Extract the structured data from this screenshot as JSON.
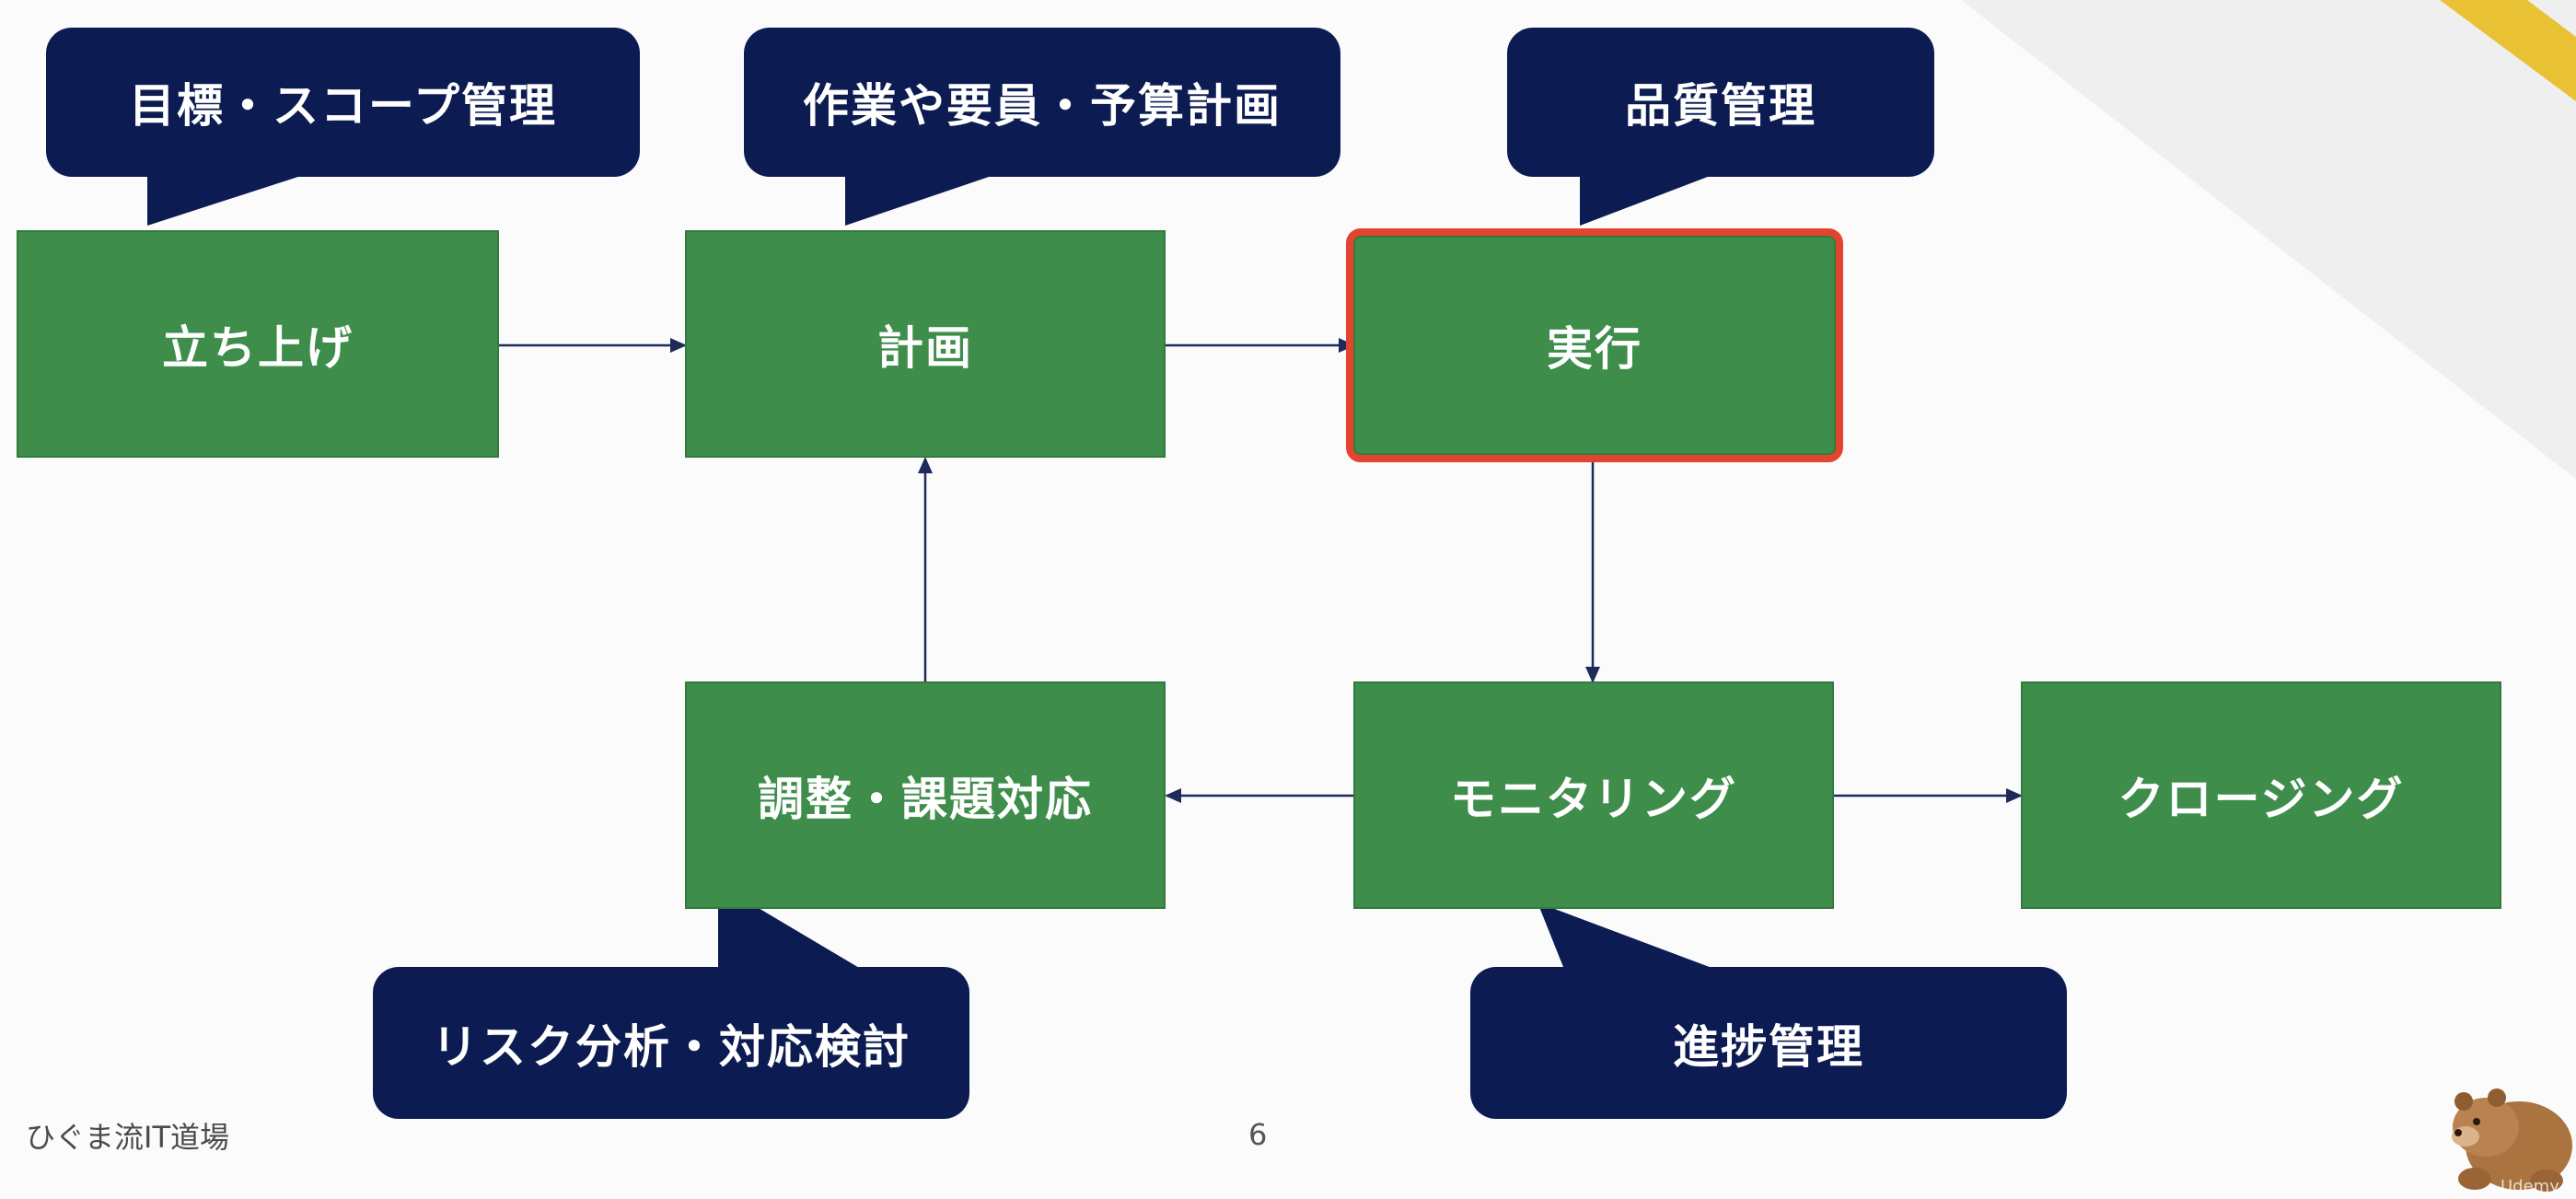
{
  "diagram": {
    "nodes": {
      "initiation": "立ち上げ",
      "planning": "計画",
      "execution": "実行",
      "monitoring": "モニタリング",
      "adjustment": "調整・課題対応",
      "closing": "クロージング"
    },
    "callouts": {
      "initiation": "目標・スコープ管理",
      "planning": "作業や要員・予算計画",
      "execution": "品質管理",
      "monitoring": "進捗管理",
      "adjustment": "リスク分析・対応検討"
    },
    "highlighted_node": "execution",
    "edges": [
      [
        "initiation",
        "planning"
      ],
      [
        "planning",
        "execution"
      ],
      [
        "execution",
        "monitoring"
      ],
      [
        "monitoring",
        "adjustment"
      ],
      [
        "monitoring",
        "closing"
      ],
      [
        "adjustment",
        "planning"
      ]
    ]
  },
  "footer": {
    "brand": "ひぐま流IT道場",
    "page_number": "6",
    "watermark": "Udemy"
  },
  "colors": {
    "node_fill": "#3e8d4b",
    "callout_fill": "#0c1c52",
    "highlight_border": "#e2442f",
    "arrow": "#1e2a5a",
    "accent_yellow": "#e8c234"
  }
}
